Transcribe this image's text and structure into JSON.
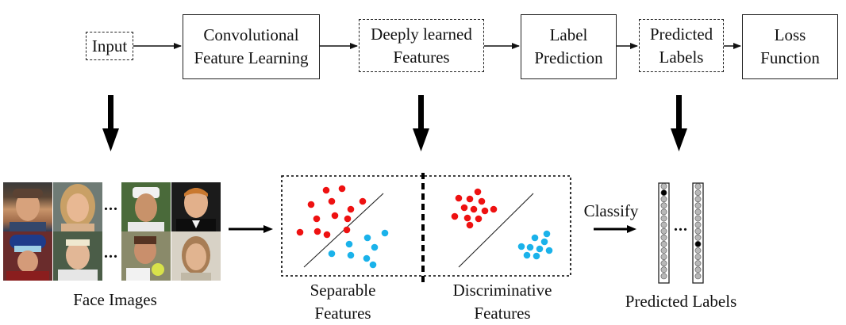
{
  "pipeline": {
    "steps": [
      {
        "id": "input",
        "label": "Input",
        "style": "dashed"
      },
      {
        "id": "conv",
        "label": "Convolutional\nFeature Learning",
        "style": "solid"
      },
      {
        "id": "deep",
        "label": "Deeply learned\nFeatures",
        "style": "dashed"
      },
      {
        "id": "pred",
        "label": "Label\nPrediction",
        "style": "solid"
      },
      {
        "id": "labels",
        "label": "Predicted\nLabels",
        "style": "dashed"
      },
      {
        "id": "loss",
        "label": "Loss\nFunction",
        "style": "solid"
      }
    ]
  },
  "bottom": {
    "face_images_label": "Face Images",
    "separable_label": "Separable\nFeatures",
    "discriminative_label": "Discriminative\nFeatures",
    "classify_label": "Classify",
    "predicted_labels_label": "Predicted Labels",
    "ellipsis": "..."
  },
  "colors": {
    "class_a": "#ee1111",
    "class_b": "#1ab2ea",
    "line": "#222222",
    "active_cell": "#000000",
    "inactive_cell": "#b8b8b8"
  },
  "label_vectors": {
    "cells": 15,
    "vector_1_active": 1,
    "vector_2_active": 9
  }
}
